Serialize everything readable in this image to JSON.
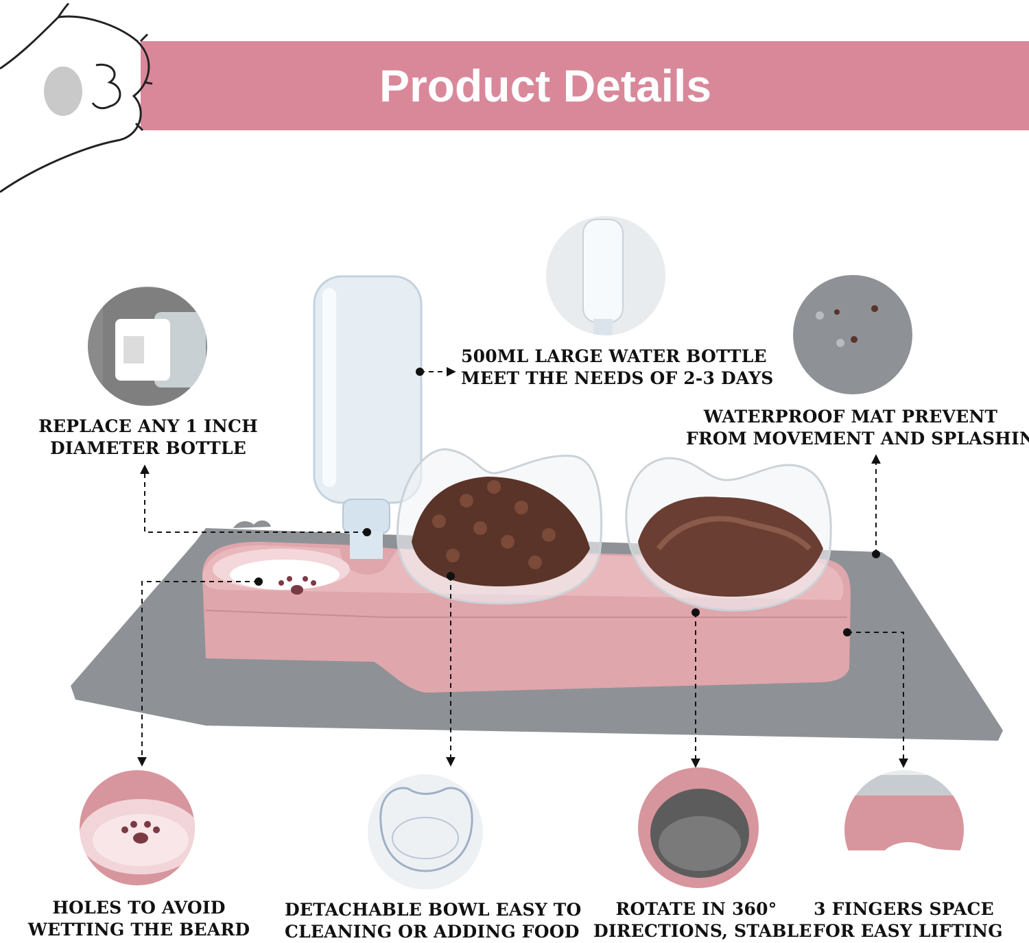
{
  "header": {
    "title": "Product Details"
  },
  "features": {
    "water_bottle": {
      "line1": "500ML LARGE WATER BOTTLE",
      "line2": "MEET THE NEEDS OF 2-3 DAYS"
    },
    "replace_bottle": {
      "line1": "REPLACE ANY 1 INCH",
      "line2": "DIAMETER BOTTLE"
    },
    "waterproof_mat": {
      "line1": "WATERPROOF MAT PREVENT",
      "line2": "FROM MOVEMENT AND SPLASHING"
    },
    "holes": {
      "line1": "HOLES TO AVOID",
      "line2": "WETTING THE BEARD"
    },
    "detachable_bowl": {
      "line1": "DETACHABLE BOWL EASY TO",
      "line2": "CLEANING OR ADDING FOOD"
    },
    "rotate": {
      "line1": "ROTATE IN 360°",
      "line2": "DIRECTIONS, STABLE"
    },
    "fingers_space": {
      "line1": "3 FINGERS SPACE",
      "line2": "FOR EASY LIFTING"
    }
  },
  "colors": {
    "banner": "#d9889a",
    "bowl_pink": "#dfa6ac",
    "mat_gray": "#8e9296",
    "kibble_brown": "#5a3428",
    "wet_food": "#6a3e32",
    "circle_bg": "#8a8a8a"
  }
}
